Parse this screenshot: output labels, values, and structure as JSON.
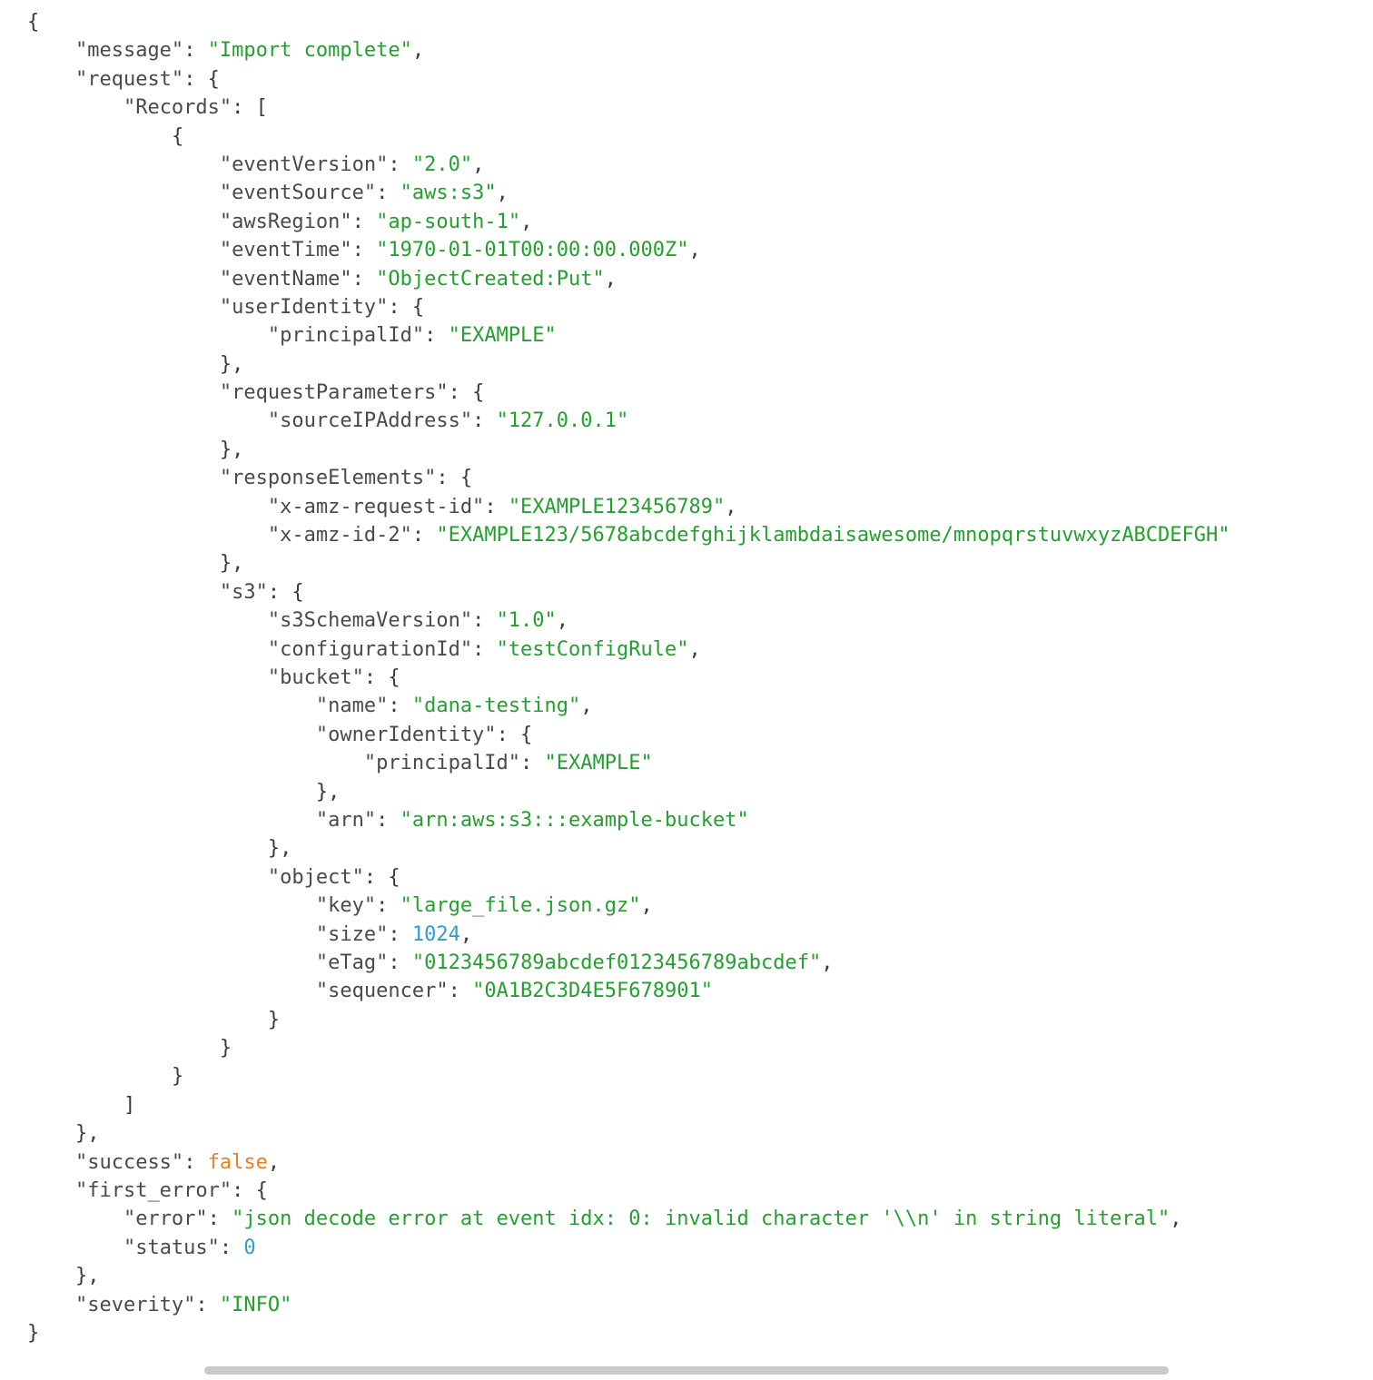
{
  "colors": {
    "background": "#ffffff",
    "key": "#4a4a4a",
    "punctuation": "#3a3a3a",
    "string": "#23a02e",
    "number": "#2a9fd6",
    "boolean": "#ef7e23",
    "scrollbar": "#c9c9c9"
  },
  "code": {
    "lines": [
      {
        "indent": 0,
        "tokens": [
          {
            "t": "p",
            "v": "{"
          }
        ]
      },
      {
        "indent": 1,
        "tokens": [
          {
            "t": "k",
            "v": "\"message\""
          },
          {
            "t": "p",
            "v": ": "
          },
          {
            "t": "s",
            "v": "\"Import complete\""
          },
          {
            "t": "p",
            "v": ","
          }
        ]
      },
      {
        "indent": 1,
        "tokens": [
          {
            "t": "k",
            "v": "\"request\""
          },
          {
            "t": "p",
            "v": ": {"
          }
        ]
      },
      {
        "indent": 2,
        "tokens": [
          {
            "t": "k",
            "v": "\"Records\""
          },
          {
            "t": "p",
            "v": ": ["
          }
        ]
      },
      {
        "indent": 3,
        "tokens": [
          {
            "t": "p",
            "v": "{"
          }
        ]
      },
      {
        "indent": 4,
        "tokens": [
          {
            "t": "k",
            "v": "\"eventVersion\""
          },
          {
            "t": "p",
            "v": ": "
          },
          {
            "t": "s",
            "v": "\"2.0\""
          },
          {
            "t": "p",
            "v": ","
          }
        ]
      },
      {
        "indent": 4,
        "tokens": [
          {
            "t": "k",
            "v": "\"eventSource\""
          },
          {
            "t": "p",
            "v": ": "
          },
          {
            "t": "s",
            "v": "\"aws:s3\""
          },
          {
            "t": "p",
            "v": ","
          }
        ]
      },
      {
        "indent": 4,
        "tokens": [
          {
            "t": "k",
            "v": "\"awsRegion\""
          },
          {
            "t": "p",
            "v": ": "
          },
          {
            "t": "s",
            "v": "\"ap-south-1\""
          },
          {
            "t": "p",
            "v": ","
          }
        ]
      },
      {
        "indent": 4,
        "tokens": [
          {
            "t": "k",
            "v": "\"eventTime\""
          },
          {
            "t": "p",
            "v": ": "
          },
          {
            "t": "s",
            "v": "\"1970-01-01T00:00:00.000Z\""
          },
          {
            "t": "p",
            "v": ","
          }
        ]
      },
      {
        "indent": 4,
        "tokens": [
          {
            "t": "k",
            "v": "\"eventName\""
          },
          {
            "t": "p",
            "v": ": "
          },
          {
            "t": "s",
            "v": "\"ObjectCreated:Put\""
          },
          {
            "t": "p",
            "v": ","
          }
        ]
      },
      {
        "indent": 4,
        "tokens": [
          {
            "t": "k",
            "v": "\"userIdentity\""
          },
          {
            "t": "p",
            "v": ": {"
          }
        ]
      },
      {
        "indent": 5,
        "tokens": [
          {
            "t": "k",
            "v": "\"principalId\""
          },
          {
            "t": "p",
            "v": ": "
          },
          {
            "t": "s",
            "v": "\"EXAMPLE\""
          }
        ]
      },
      {
        "indent": 4,
        "tokens": [
          {
            "t": "p",
            "v": "},"
          }
        ]
      },
      {
        "indent": 4,
        "tokens": [
          {
            "t": "k",
            "v": "\"requestParameters\""
          },
          {
            "t": "p",
            "v": ": {"
          }
        ]
      },
      {
        "indent": 5,
        "tokens": [
          {
            "t": "k",
            "v": "\"sourceIPAddress\""
          },
          {
            "t": "p",
            "v": ": "
          },
          {
            "t": "s",
            "v": "\"127.0.0.1\""
          }
        ]
      },
      {
        "indent": 4,
        "tokens": [
          {
            "t": "p",
            "v": "},"
          }
        ]
      },
      {
        "indent": 4,
        "tokens": [
          {
            "t": "k",
            "v": "\"responseElements\""
          },
          {
            "t": "p",
            "v": ": {"
          }
        ]
      },
      {
        "indent": 5,
        "tokens": [
          {
            "t": "k",
            "v": "\"x-amz-request-id\""
          },
          {
            "t": "p",
            "v": ": "
          },
          {
            "t": "s",
            "v": "\"EXAMPLE123456789\""
          },
          {
            "t": "p",
            "v": ","
          }
        ]
      },
      {
        "indent": 5,
        "tokens": [
          {
            "t": "k",
            "v": "\"x-amz-id-2\""
          },
          {
            "t": "p",
            "v": ": "
          },
          {
            "t": "s",
            "v": "\"EXAMPLE123/5678abcdefghijklambdaisawesome/mnopqrstuvwxyzABCDEFGH\""
          }
        ]
      },
      {
        "indent": 4,
        "tokens": [
          {
            "t": "p",
            "v": "},"
          }
        ]
      },
      {
        "indent": 4,
        "tokens": [
          {
            "t": "k",
            "v": "\"s3\""
          },
          {
            "t": "p",
            "v": ": {"
          }
        ]
      },
      {
        "indent": 5,
        "tokens": [
          {
            "t": "k",
            "v": "\"s3SchemaVersion\""
          },
          {
            "t": "p",
            "v": ": "
          },
          {
            "t": "s",
            "v": "\"1.0\""
          },
          {
            "t": "p",
            "v": ","
          }
        ]
      },
      {
        "indent": 5,
        "tokens": [
          {
            "t": "k",
            "v": "\"configurationId\""
          },
          {
            "t": "p",
            "v": ": "
          },
          {
            "t": "s",
            "v": "\"testConfigRule\""
          },
          {
            "t": "p",
            "v": ","
          }
        ]
      },
      {
        "indent": 5,
        "tokens": [
          {
            "t": "k",
            "v": "\"bucket\""
          },
          {
            "t": "p",
            "v": ": {"
          }
        ]
      },
      {
        "indent": 6,
        "tokens": [
          {
            "t": "k",
            "v": "\"name\""
          },
          {
            "t": "p",
            "v": ": "
          },
          {
            "t": "s",
            "v": "\"dana-testing\""
          },
          {
            "t": "p",
            "v": ","
          }
        ]
      },
      {
        "indent": 6,
        "tokens": [
          {
            "t": "k",
            "v": "\"ownerIdentity\""
          },
          {
            "t": "p",
            "v": ": {"
          }
        ]
      },
      {
        "indent": 7,
        "tokens": [
          {
            "t": "k",
            "v": "\"principalId\""
          },
          {
            "t": "p",
            "v": ": "
          },
          {
            "t": "s",
            "v": "\"EXAMPLE\""
          }
        ]
      },
      {
        "indent": 6,
        "tokens": [
          {
            "t": "p",
            "v": "},"
          }
        ]
      },
      {
        "indent": 6,
        "tokens": [
          {
            "t": "k",
            "v": "\"arn\""
          },
          {
            "t": "p",
            "v": ": "
          },
          {
            "t": "s",
            "v": "\"arn:aws:s3:::example-bucket\""
          }
        ]
      },
      {
        "indent": 5,
        "tokens": [
          {
            "t": "p",
            "v": "},"
          }
        ]
      },
      {
        "indent": 5,
        "tokens": [
          {
            "t": "k",
            "v": "\"object\""
          },
          {
            "t": "p",
            "v": ": {"
          }
        ]
      },
      {
        "indent": 6,
        "tokens": [
          {
            "t": "k",
            "v": "\"key\""
          },
          {
            "t": "p",
            "v": ": "
          },
          {
            "t": "s",
            "v": "\"large_file.json.gz\""
          },
          {
            "t": "p",
            "v": ","
          }
        ]
      },
      {
        "indent": 6,
        "tokens": [
          {
            "t": "k",
            "v": "\"size\""
          },
          {
            "t": "p",
            "v": ": "
          },
          {
            "t": "n",
            "v": "1024"
          },
          {
            "t": "p",
            "v": ","
          }
        ]
      },
      {
        "indent": 6,
        "tokens": [
          {
            "t": "k",
            "v": "\"eTag\""
          },
          {
            "t": "p",
            "v": ": "
          },
          {
            "t": "s",
            "v": "\"0123456789abcdef0123456789abcdef\""
          },
          {
            "t": "p",
            "v": ","
          }
        ]
      },
      {
        "indent": 6,
        "tokens": [
          {
            "t": "k",
            "v": "\"sequencer\""
          },
          {
            "t": "p",
            "v": ": "
          },
          {
            "t": "s",
            "v": "\"0A1B2C3D4E5F678901\""
          }
        ]
      },
      {
        "indent": 5,
        "tokens": [
          {
            "t": "p",
            "v": "}"
          }
        ]
      },
      {
        "indent": 4,
        "tokens": [
          {
            "t": "p",
            "v": "}"
          }
        ]
      },
      {
        "indent": 3,
        "tokens": [
          {
            "t": "p",
            "v": "}"
          }
        ]
      },
      {
        "indent": 2,
        "tokens": [
          {
            "t": "p",
            "v": "]"
          }
        ]
      },
      {
        "indent": 1,
        "tokens": [
          {
            "t": "p",
            "v": "},"
          }
        ]
      },
      {
        "indent": 1,
        "tokens": [
          {
            "t": "k",
            "v": "\"success\""
          },
          {
            "t": "p",
            "v": ": "
          },
          {
            "t": "b",
            "v": "false"
          },
          {
            "t": "p",
            "v": ","
          }
        ]
      },
      {
        "indent": 1,
        "tokens": [
          {
            "t": "k",
            "v": "\"first_error\""
          },
          {
            "t": "p",
            "v": ": {"
          }
        ]
      },
      {
        "indent": 2,
        "tokens": [
          {
            "t": "k",
            "v": "\"error\""
          },
          {
            "t": "p",
            "v": ": "
          },
          {
            "t": "s",
            "v": "\"json decode error at event idx: 0: invalid character '\\\\n' in string literal\""
          },
          {
            "t": "p",
            "v": ","
          }
        ]
      },
      {
        "indent": 2,
        "tokens": [
          {
            "t": "k",
            "v": "\"status\""
          },
          {
            "t": "p",
            "v": ": "
          },
          {
            "t": "n",
            "v": "0"
          }
        ]
      },
      {
        "indent": 1,
        "tokens": [
          {
            "t": "p",
            "v": "},"
          }
        ]
      },
      {
        "indent": 1,
        "tokens": [
          {
            "t": "k",
            "v": "\"severity\""
          },
          {
            "t": "p",
            "v": ": "
          },
          {
            "t": "s",
            "v": "\"INFO\""
          }
        ]
      },
      {
        "indent": 0,
        "tokens": [
          {
            "t": "p",
            "v": "}"
          }
        ]
      }
    ]
  },
  "scrollbar": {
    "orientation": "horizontal"
  }
}
